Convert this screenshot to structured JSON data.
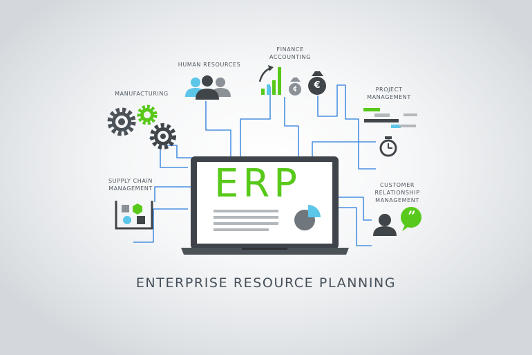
{
  "labels": {
    "human_resources": "HUMAN  RESOURCES",
    "finance_line1": "FINANCE",
    "finance_line2": "ACCOUNTING",
    "project_line1": "PROJECT",
    "project_line2": "MANAGEMENT",
    "manufacturing": "MANUFACTURING",
    "supply_line1": "SUPPLY  CHAIN",
    "supply_line2": "MANAGEMENT",
    "crm_line1": "CUSTOMER",
    "crm_line2": "RELATIONSHIP",
    "crm_line3": "MANAGEMENT"
  },
  "screen": {
    "title": "ERP"
  },
  "footer": {
    "title": "ENTERPRISE  RESOURCE  PLANNING"
  },
  "icons": {
    "quote_glyph": "”",
    "currency_left": "¢",
    "currency_right": "€"
  },
  "colors": {
    "connector": "#4a90e2",
    "accent_green": "#58c91a",
    "accent_blue": "#5bc6e8",
    "dark": "#3f4549",
    "gray": "#8b9196"
  }
}
